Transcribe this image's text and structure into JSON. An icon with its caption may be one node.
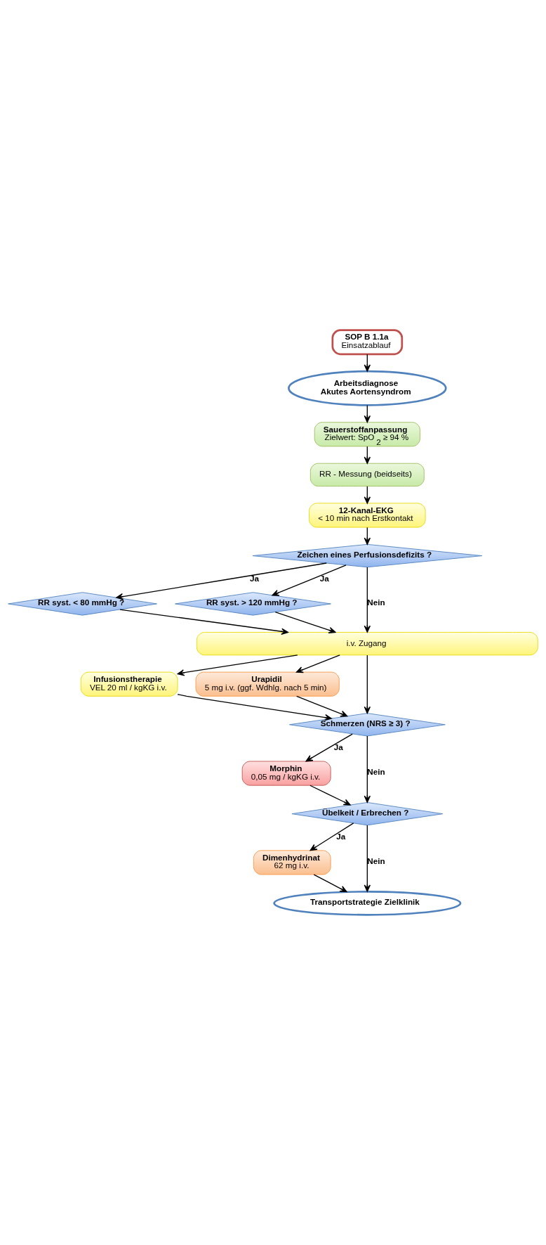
{
  "diagram": {
    "nodes": [
      {
        "text": [
          "SOP B 1.1a",
          "Einsatzablauf"
        ]
      },
      {
        "text": [
          "Arbeitsdiagnose",
          "Akutes Aortensyndrom"
        ]
      },
      {
        "text": [
          "Sauerstoffanpassung",
          "Zielwert: SpO$_{2}$ ≥ 94 %"
        ]
      },
      {
        "text": [
          "RR - Messung (beidseits)"
        ]
      },
      {
        "text": [
          "12-Kanal-EKG",
          "< 10 min nach Erstkontakt"
        ]
      },
      {
        "text": [
          "Zeichen eines Perfusionsdefizits ?"
        ]
      },
      {
        "text": [
          "RR syst. < 80 mmHg ?"
        ]
      },
      {
        "text": [
          "RR syst. > 120 mmHg ?"
        ]
      },
      {
        "text": [
          "i.v. Zugang"
        ]
      },
      {
        "text": [
          "Infusionstherapie",
          "VEL 20 ml / kgKG i.v."
        ]
      },
      {
        "text": [
          "Urapidil",
          "5 mg i.v. (ggf. Wdhlg. nach 5 min)"
        ]
      },
      {
        "text": [
          "Schmerzen (NRS ≥ 3) ?"
        ]
      },
      {
        "text": [
          "Morphin",
          "0,05 mg / kgKG i.v."
        ]
      },
      {
        "text": [
          "Übelkeit / Erbrechen ?"
        ]
      },
      {
        "text": [
          "Dimenhydrinat",
          "62 mg i.v."
        ]
      },
      {
        "text": [
          "Transportstrategie Zielklinik"
        ]
      }
    ],
    "edges": [
      {
        "from": 0,
        "to": 1,
        "arrow": "to"
      },
      {
        "from": 1,
        "to": 2,
        "arrow": "to"
      },
      {
        "from": 2,
        "to": 3,
        "arrow": "to"
      },
      {
        "from": 3,
        "to": 4,
        "arrow": "to"
      },
      {
        "from": 4,
        "to": 5,
        "arrow": "to"
      },
      {
        "from": 5,
        "to": 6,
        "arrow": "to",
        "label": "Ja"
      },
      {
        "from": 5,
        "to": 8,
        "arrow": "to",
        "label": "Nein"
      },
      {
        "from": 5,
        "to": 7,
        "arrow": "to",
        "label": "Ja"
      },
      {
        "from": 6,
        "to": 8,
        "arrow": "to"
      },
      {
        "from": 7,
        "to": 8,
        "arrow": "to"
      },
      {
        "from": 8,
        "to": 9,
        "arrow": "to"
      },
      {
        "from": 8,
        "to": 11,
        "arrow": "to"
      },
      {
        "from": 8,
        "to": 10,
        "arrow": "to"
      },
      {
        "from": 9,
        "to": 11,
        "arrow": "to"
      },
      {
        "from": 10,
        "to": 11,
        "arrow": "to"
      },
      {
        "from": 11,
        "to": 12,
        "arrow": "to",
        "label": "Ja"
      },
      {
        "from": 11,
        "to": 13,
        "arrow": "to",
        "label": "Nein"
      },
      {
        "from": 12,
        "to": 13,
        "arrow": "to"
      },
      {
        "from": 13,
        "to": 14,
        "arrow": "to",
        "label": "Ja"
      },
      {
        "from": 13,
        "to": 15,
        "arrow": "to",
        "label": "Nein"
      },
      {
        "from": 14,
        "to": 15,
        "arrow": "to"
      }
    ]
  }
}
